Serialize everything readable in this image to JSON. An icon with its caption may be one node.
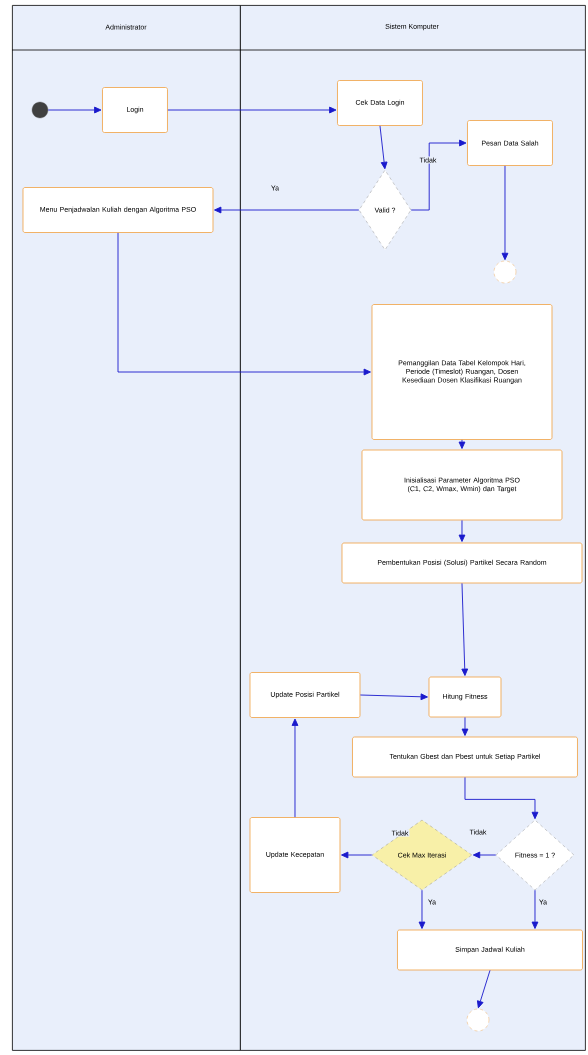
{
  "diagram": {
    "nodes": [
      {
        "text": [
          "Administrator"
        ]
      },
      {
        "text": [
          "Sistem Komputer"
        ]
      },
      {
        "text": [],
        "shape": "circle",
        "in": 0
      },
      {
        "text": [
          "Login"
        ],
        "in": 0
      },
      {
        "text": [
          "Cek Data Login"
        ],
        "in": 1
      },
      {
        "text": [
          "Pesan Data Salah"
        ],
        "in": 1
      },
      {
        "text": [
          "Valid ?"
        ],
        "in": 1
      },
      {
        "text": [
          "Menu Penjadwalan Kuliah dengan Algoritma PSO"
        ],
        "in": 0
      },
      {
        "text": [],
        "shape": "circle",
        "in": 1
      },
      {
        "text": [
          "Pemanggilan Data Tabel Kelompok Hari, Periode (Timeslot) Ruangan, Dosen Kesediaan Dosen Klasifikasi Ruangan"
        ],
        "in": 1
      },
      {
        "text": [
          "Inisialisasi Parameter Algoritma PSO (C1, C2, Wmax, Wmin) dan Target"
        ],
        "in": 1
      },
      {
        "text": [
          "Pembentukan Posisi (Solusi) Partikel Secara Random"
        ],
        "in": 1
      },
      {
        "text": [
          "Hitung Fitness"
        ],
        "in": 1
      },
      {
        "text": [
          "Update Posisi Partikel"
        ],
        "in": 1
      },
      {
        "text": [
          "Tentukan Gbest dan Pbest untuk Setiap Partikel"
        ],
        "in": 1
      },
      {
        "text": [
          "Update Kecepatan"
        ],
        "in": 1
      },
      {
        "text": [
          "Cek Max Iterasi"
        ],
        "in": 1
      },
      {
        "text": [
          "Fitness = 1 ?"
        ],
        "in": 1
      },
      {
        "text": [
          "Simpan Jadwal Kuliah"
        ],
        "in": 1
      },
      {
        "text": [],
        "shape": "circle",
        "in": 1
      }
    ],
    "edges": [
      {
        "from": 2,
        "to": 3,
        "arrow": "to"
      },
      {
        "from": 3,
        "to": 4,
        "arrow": "to"
      },
      {
        "from": 4,
        "to": 6,
        "arrow": "to"
      },
      {
        "from": 6,
        "to": 5,
        "arrow": "to",
        "label": "Tidak"
      },
      {
        "from": 6,
        "to": 7,
        "arrow": "to",
        "label": "Ya"
      },
      {
        "from": 5,
        "to": 8,
        "arrow": "to"
      },
      {
        "from": 7,
        "to": 9,
        "arrow": "to"
      },
      {
        "from": 9,
        "to": 10,
        "arrow": "to"
      },
      {
        "from": 10,
        "to": 11,
        "arrow": "to"
      },
      {
        "from": 11,
        "to": 12,
        "arrow": "to"
      },
      {
        "from": 13,
        "to": 12,
        "arrow": "to"
      },
      {
        "from": 12,
        "to": 14,
        "arrow": "to"
      },
      {
        "from": 14,
        "to": 17,
        "arrow": "to"
      },
      {
        "from": 17,
        "to": 16,
        "arrow": "to",
        "label": "Tidak"
      },
      {
        "from": 17,
        "to": 18,
        "arrow": "to",
        "label": "Ya"
      },
      {
        "from": 16,
        "to": 15,
        "arrow": "to",
        "label": "Tidak"
      },
      {
        "from": 16,
        "to": 18,
        "arrow": "to",
        "label": "Ya"
      },
      {
        "from": 15,
        "to": 13,
        "arrow": "to"
      },
      {
        "from": 18,
        "to": 19,
        "arrow": "to"
      }
    ]
  }
}
